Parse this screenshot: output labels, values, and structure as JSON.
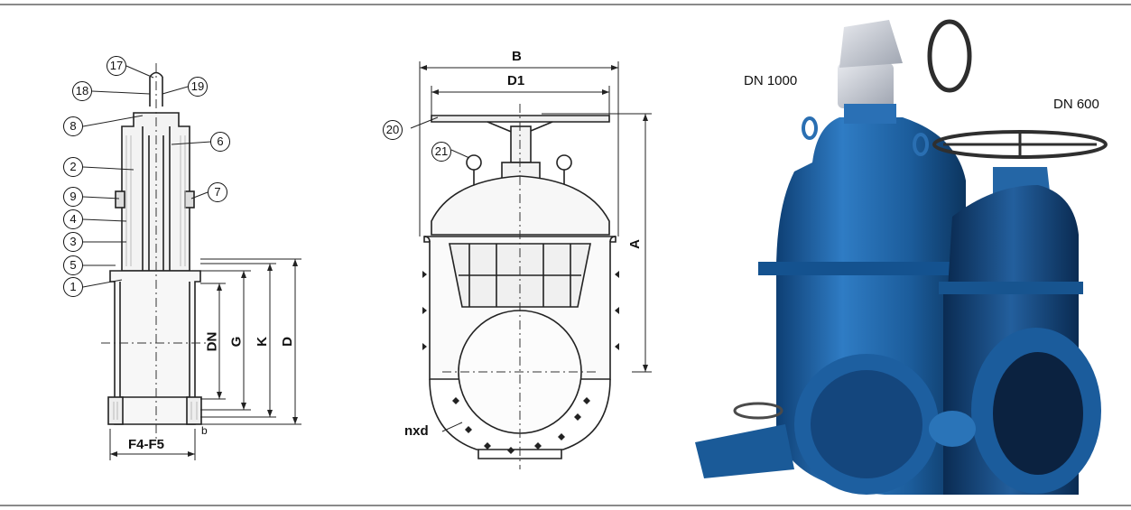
{
  "callouts": [
    "17",
    "18",
    "19",
    "8",
    "6",
    "2",
    "9",
    "7",
    "4",
    "3",
    "5",
    "1",
    "20",
    "21"
  ],
  "section_dims": {
    "dn": "DN",
    "g": "G",
    "k": "K",
    "d": "D",
    "f": "F4-F5",
    "b": "b"
  },
  "front_dims": {
    "b": "B",
    "d1": "D1",
    "a": "A",
    "nxd": "nxd"
  },
  "photo": {
    "label_large": "DN 1000",
    "label_small": "DN 600",
    "valve_color": "#1f5f9e"
  }
}
